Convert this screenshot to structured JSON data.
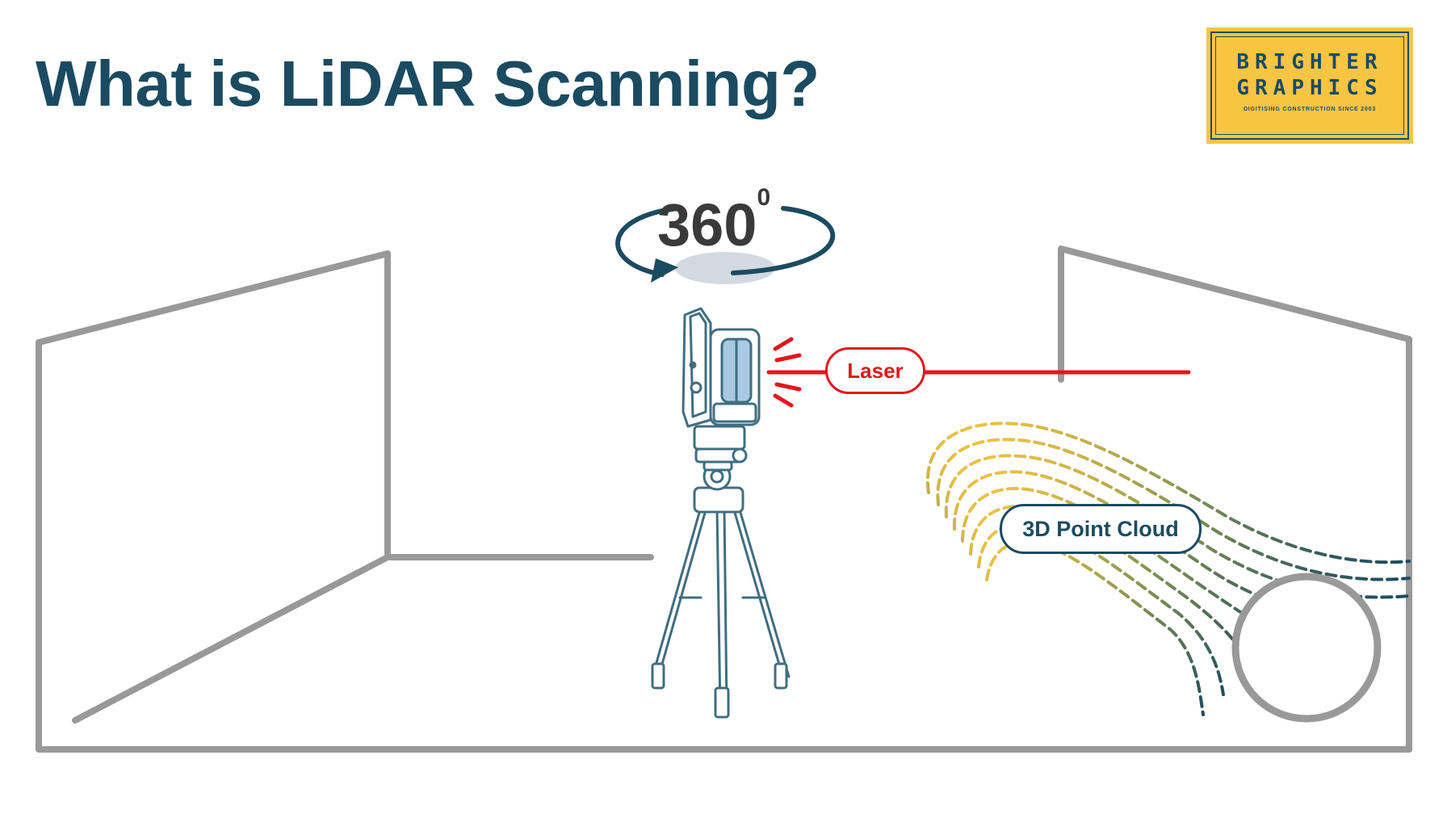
{
  "title": "What is LiDAR Scanning?",
  "logo": {
    "line1": "BRIGHTER",
    "line2": "GRAPHICS",
    "tagline": "DIGITISING CONSTRUCTION SINCE 2003"
  },
  "rotation": {
    "value": "360",
    "unit": "0"
  },
  "labels": {
    "laser": "Laser",
    "point_cloud": "3D Point Cloud"
  },
  "colors": {
    "title": "#1b4b61",
    "laser": "#e3161b",
    "wall": "#999999",
    "scanner": "#3f6e80",
    "logo_bg": "#f8c543",
    "cloud_gradient": [
      "#f6c744",
      "#1b4b61"
    ]
  }
}
